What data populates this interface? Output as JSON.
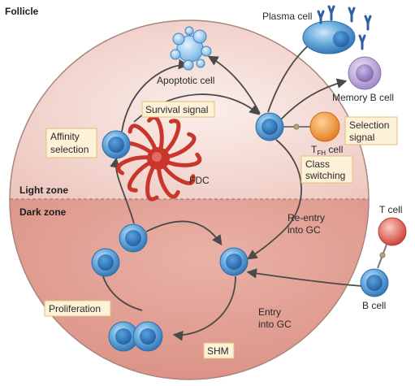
{
  "title": "Follicle",
  "zones": {
    "light": "Light zone",
    "dark": "Dark zone"
  },
  "cells": {
    "plasma": "Plasma cell",
    "memory_b": "Memory B cell",
    "apoptotic": "Apoptotic cell",
    "fdc": "FDC",
    "t_cell": "T cell",
    "b_cell": "B cell",
    "tfh_prefix": "T",
    "tfh_sub": "FH",
    "tfh_suffix": " cell"
  },
  "boxes": {
    "survival_signal": "Survival signal",
    "affinity_selection": [
      "Affinity",
      "selection"
    ],
    "selection_signal": [
      "Selection",
      "signal"
    ],
    "class_switching": [
      "Class",
      "switching"
    ],
    "proliferation": "Proliferation",
    "shm": "SHM"
  },
  "arrows": {
    "reentry": [
      "Re-entry",
      "into GC"
    ],
    "entry": [
      "Entry",
      "into GC"
    ]
  },
  "colors": {
    "light_zone": "#f5ddd8",
    "dark_zone": "#e7a79d",
    "box_fill": "#fdf1d8",
    "box_border": "#e2bf77",
    "b_cell": "#3b82c4",
    "fdc": "#c9372c",
    "selection_cell": "#f08c28",
    "memory_cell": "#a690c6",
    "t_cell": "#d74e4e"
  }
}
